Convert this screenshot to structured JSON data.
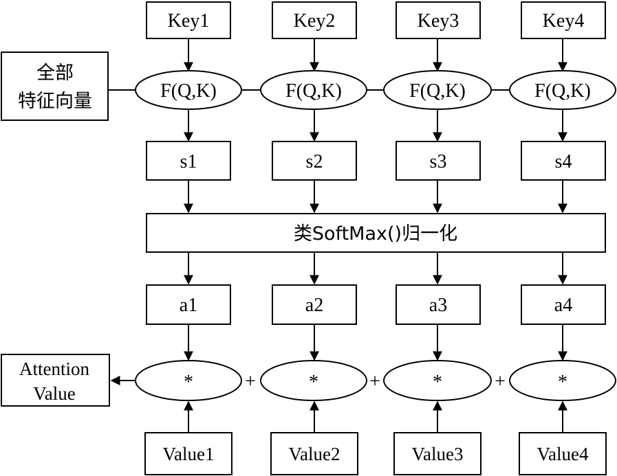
{
  "keys": [
    "Key1",
    "Key2",
    "Key3",
    "Key4"
  ],
  "score_function": "F(Q,K)",
  "scores": [
    "s1",
    "s2",
    "s3",
    "s4"
  ],
  "normalization": "类SoftMax()归一化",
  "weights": [
    "a1",
    "a2",
    "a3",
    "a4"
  ],
  "multiply_symbol": "*",
  "plus_symbol": "+",
  "values": [
    "Value1",
    "Value2",
    "Value3",
    "Value4"
  ],
  "features_label": {
    "line1": "全部",
    "line2": "特征向量"
  },
  "output_label": {
    "line1": "Attention",
    "line2": "Value"
  }
}
